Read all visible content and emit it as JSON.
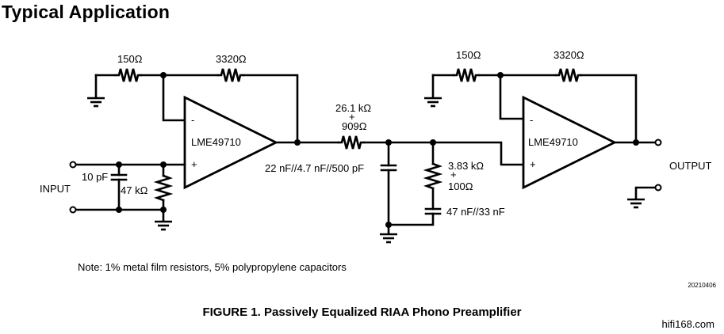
{
  "title": "Typical Application",
  "stage1": {
    "r_ground": "150Ω",
    "r_feedback": "3320Ω",
    "opamp": "LME49710",
    "inv": "-",
    "noninv": "+"
  },
  "input": {
    "label": "INPUT",
    "cap": "10 pF",
    "res": "47 kΩ"
  },
  "network": {
    "r_series_1": "26.1 kΩ",
    "plus": "+",
    "r_series_2": "909Ω",
    "cap_shunt": "22 nF//4.7 nF//500 pF",
    "r_shunt_1": "3.83 kΩ",
    "r_shunt_2": "100Ω",
    "cap_series": "47 nF//33 nF"
  },
  "stage2": {
    "r_ground": "150Ω",
    "r_feedback": "3320Ω",
    "opamp": "LME49710",
    "inv": "-",
    "noninv": "+"
  },
  "output": {
    "label": "OUTPUT"
  },
  "note": "Note: 1% metal film resistors, 5% polypropylene capacitors",
  "figure_number": "20210406",
  "caption": "FIGURE 1. Passively Equalized RIAA Phono Preamplifier",
  "watermark": "hifi168.com"
}
